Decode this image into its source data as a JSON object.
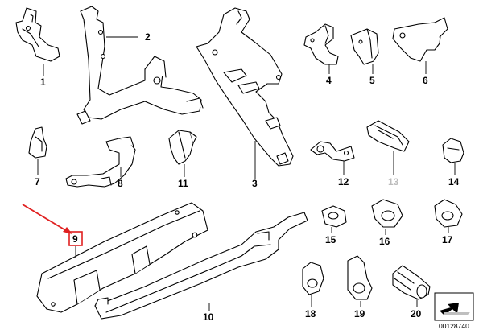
{
  "diagram": {
    "labels": {
      "p1": "1",
      "p2": "2",
      "p3": "3",
      "p4": "4",
      "p5": "5",
      "p6": "6",
      "p7": "7",
      "p8": "8",
      "p9": "9",
      "p10": "10",
      "p11": "11",
      "p12": "12",
      "p13": "13",
      "p14": "14",
      "p15": "15",
      "p16": "16",
      "p17": "17",
      "p18": "18",
      "p19": "19",
      "p20": "20"
    },
    "highlight": {
      "part": "9",
      "callout_color": "#e02020"
    },
    "catalog_number": "00128740",
    "icon": "arrow-icon"
  }
}
